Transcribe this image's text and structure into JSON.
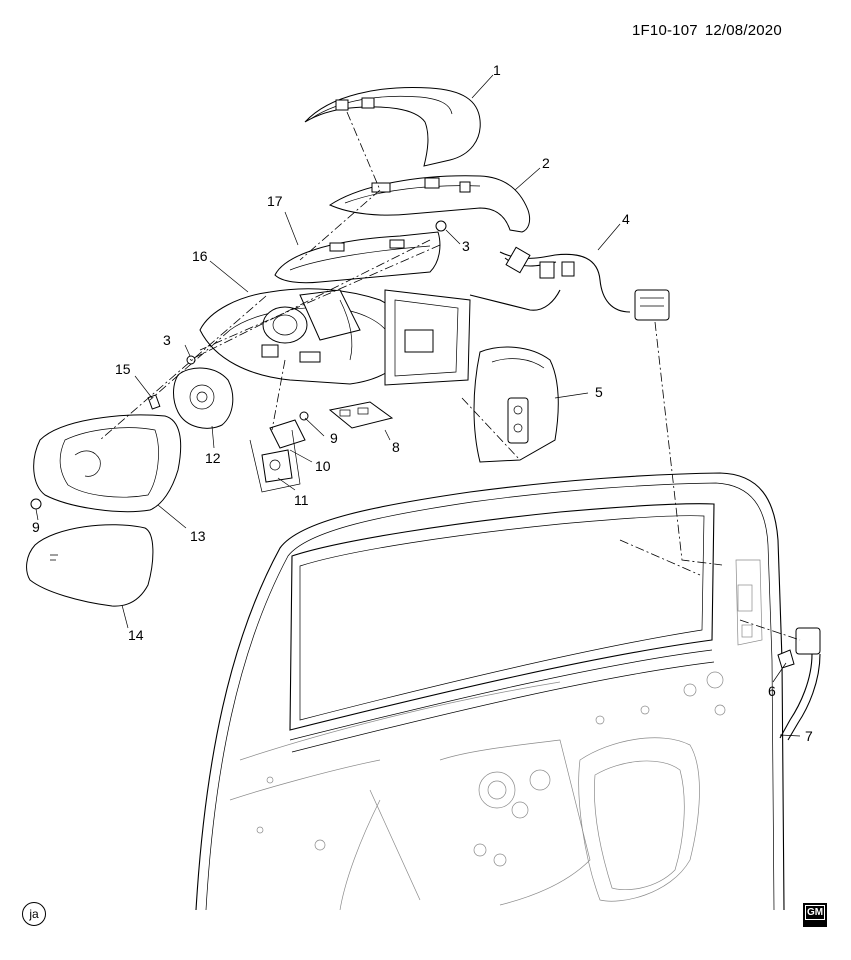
{
  "header": {
    "diagram_id": "1F10-107",
    "date": "12/08/2020"
  },
  "callouts": [
    {
      "id": "c1",
      "label": "1"
    },
    {
      "id": "c2",
      "label": "2"
    },
    {
      "id": "c3a",
      "label": "3"
    },
    {
      "id": "c3b",
      "label": "3"
    },
    {
      "id": "c4",
      "label": "4"
    },
    {
      "id": "c5",
      "label": "5"
    },
    {
      "id": "c6",
      "label": "6"
    },
    {
      "id": "c7",
      "label": "7"
    },
    {
      "id": "c8",
      "label": "8"
    },
    {
      "id": "c9a",
      "label": "9"
    },
    {
      "id": "c9b",
      "label": "9"
    },
    {
      "id": "c10",
      "label": "10"
    },
    {
      "id": "c11",
      "label": "11"
    },
    {
      "id": "c12",
      "label": "12"
    },
    {
      "id": "c13",
      "label": "13"
    },
    {
      "id": "c14",
      "label": "14"
    },
    {
      "id": "c15",
      "label": "15"
    },
    {
      "id": "c16",
      "label": "16"
    },
    {
      "id": "c17",
      "label": "17"
    }
  ],
  "footer": {
    "badge_left": "ja",
    "logo": "GM"
  }
}
